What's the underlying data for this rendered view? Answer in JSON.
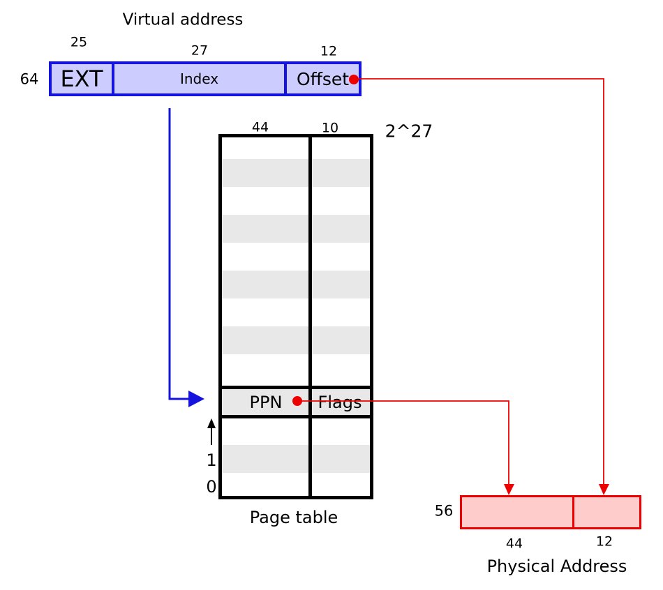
{
  "colors": {
    "blue": "#1414dd",
    "blue_fill": "#ccccff",
    "red": "#ee0000",
    "red_fill": "#ffcccc",
    "stripe": "#e8e8e8"
  },
  "virtual_address": {
    "title": "Virtual address",
    "total_bits": "64",
    "fields": [
      {
        "label": "EXT",
        "bits": "25"
      },
      {
        "label": "Index",
        "bits": "27"
      },
      {
        "label": "Offset",
        "bits": "12"
      }
    ]
  },
  "page_table": {
    "caption": "Page table",
    "entry_count_label": "2^27",
    "column_bits": [
      "44",
      "10"
    ],
    "entry_fields": [
      "PPN",
      "Flags"
    ],
    "row_index_labels": [
      "1",
      "0"
    ]
  },
  "physical_address": {
    "caption": "Physical Address",
    "height_bits": "56",
    "field_bits": [
      "44",
      "12"
    ]
  }
}
